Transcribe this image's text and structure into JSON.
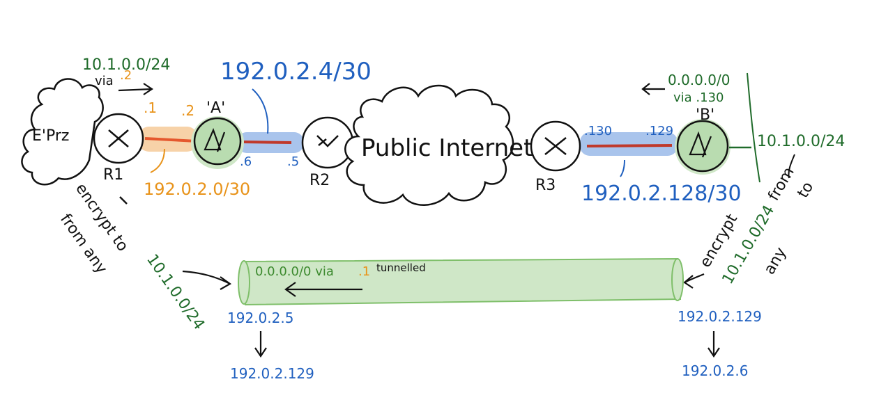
{
  "colors": {
    "ink": "#111111",
    "blue": "#1f5fbf",
    "green": "#1f6b2a",
    "orange": "#e8931a",
    "red_link": "#c0392b",
    "orange_link": "#e5582e",
    "green_fill": "#cfe7c7",
    "blue_fill": "#a9c4ec",
    "orange_fill": "#f7d2a8"
  },
  "left": {
    "enterprise_label": "E'Prz",
    "r1_label": "R1",
    "route_prefix": "10.1.0.0/24",
    "route_via_word": "via",
    "route_via_hop": ".2",
    "r1_addr": ".1",
    "vpn_a_addr": ".2",
    "vpn_a_label": "'A'",
    "vpn_a_outer": ".6",
    "subnet_inner": "192.0.2.0/30",
    "subnet_outer": "192.0.2.4/30",
    "policy_line1": "encrypt to",
    "policy_prefix": "10.1.0.0/24",
    "policy_line2": "from any",
    "tunnel_end": "192.0.2.5",
    "tunnel_peer": "192.0.2.129"
  },
  "middle": {
    "r2_label": "R2",
    "r2_addr": ".5",
    "internet_label": "Public Internet",
    "r3_label": "R3"
  },
  "right": {
    "r3_addr": ".130",
    "vpn_b_addr": ".129",
    "vpn_b_label": "'B'",
    "default_prefix": "0.0.0.0/0",
    "default_via": "via .130",
    "lan_prefix": "10.1.0.0/24",
    "subnet": "192.0.2.128/30",
    "policy_line1": "encrypt",
    "policy_prefix": "10.1.0.0/24",
    "policy_from": "from",
    "policy_to": "to",
    "policy_any": "any",
    "tunnel_end": "192.0.2.129",
    "tunnel_peer": "192.0.2.6"
  },
  "tunnel": {
    "route": "0.0.0.0/0 via",
    "via_hop": ".1",
    "note": "tunnelled"
  }
}
